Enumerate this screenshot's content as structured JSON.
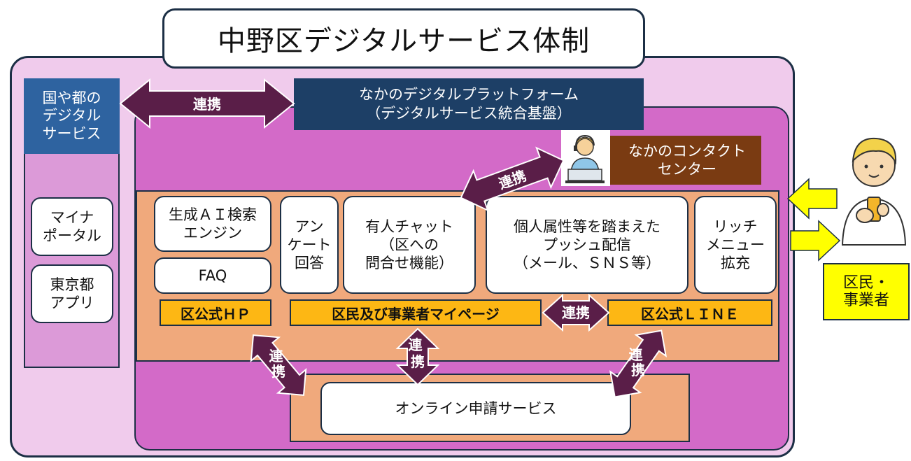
{
  "title": "中野区デジタルサービス体制",
  "left_column": {
    "header": "国や都の\nデジタル\nサービス",
    "items": [
      "マイナ\nポータル",
      "東京都\nアプリ"
    ]
  },
  "platform": {
    "header": "なかのデジタルプラットフォーム\n（デジタルサービス統合基盤）"
  },
  "contact_center": "なかのコンタクト\nセンター",
  "services": {
    "ai_search": "生成ＡＩ検索\nエンジン",
    "faq": "FAQ",
    "survey": "アン\nケート\n回答",
    "chat": "有人チャット\n（区への\n問合せ機能）",
    "push": "個人属性等を踏まえた\nプッシュ配信\n（メール、ＳＮＳ等）",
    "rich_menu": "リッチ\nメニュー\n拡充"
  },
  "channels": {
    "hp": "区公式ＨＰ",
    "mypage": "区民及び事業者マイページ",
    "line": "区公式ＬＩＮＥ"
  },
  "online_service": "オンライン申請サービス",
  "resident_label": "区民・\n事業者",
  "link_label": "連携",
  "colors": {
    "outer_bg": "#f0cbec",
    "platform_bg": "#d36ac8",
    "inner_bg": "#f0a97c",
    "arrow": "#5a1e48",
    "channel_gold": "#fdb714",
    "resident_yellow": "#ffff00",
    "header_navy": "#1d3f66",
    "contact_brown": "#7a3b12"
  },
  "icons": [
    "call-center-agent-icon",
    "resident-with-phone-icon"
  ]
}
